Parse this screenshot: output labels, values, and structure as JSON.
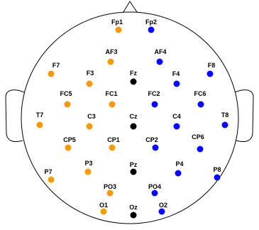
{
  "colors": {
    "left_hemisphere": "#f59a0e",
    "right_hemisphere": "#0a0aee",
    "midline": "#000000",
    "outline": "#000000",
    "background": "#ffffff"
  },
  "montage": {
    "electrodes": [
      {
        "label": "Fp1",
        "group": "left_hemisphere"
      },
      {
        "label": "Fp2",
        "group": "right_hemisphere"
      },
      {
        "label": "AF3",
        "group": "left_hemisphere"
      },
      {
        "label": "AF4",
        "group": "right_hemisphere"
      },
      {
        "label": "F7",
        "group": "left_hemisphere"
      },
      {
        "label": "F3",
        "group": "left_hemisphere"
      },
      {
        "label": "Fz",
        "group": "midline"
      },
      {
        "label": "F4",
        "group": "right_hemisphere"
      },
      {
        "label": "F8",
        "group": "right_hemisphere"
      },
      {
        "label": "FC5",
        "group": "left_hemisphere"
      },
      {
        "label": "FC1",
        "group": "left_hemisphere"
      },
      {
        "label": "FC2",
        "group": "right_hemisphere"
      },
      {
        "label": "FC6",
        "group": "right_hemisphere"
      },
      {
        "label": "T7",
        "group": "left_hemisphere"
      },
      {
        "label": "C3",
        "group": "left_hemisphere"
      },
      {
        "label": "Cz",
        "group": "midline"
      },
      {
        "label": "C4",
        "group": "right_hemisphere"
      },
      {
        "label": "T8",
        "group": "right_hemisphere"
      },
      {
        "label": "CP5",
        "group": "left_hemisphere"
      },
      {
        "label": "CP1",
        "group": "left_hemisphere"
      },
      {
        "label": "CP2",
        "group": "right_hemisphere"
      },
      {
        "label": "CP6",
        "group": "right_hemisphere"
      },
      {
        "label": "P7",
        "group": "left_hemisphere"
      },
      {
        "label": "P3",
        "group": "left_hemisphere"
      },
      {
        "label": "Pz",
        "group": "midline"
      },
      {
        "label": "P4",
        "group": "right_hemisphere"
      },
      {
        "label": "P8",
        "group": "right_hemisphere"
      },
      {
        "label": "PO3",
        "group": "left_hemisphere"
      },
      {
        "label": "PO4",
        "group": "right_hemisphere"
      },
      {
        "label": "O1",
        "group": "left_hemisphere"
      },
      {
        "label": "Oz",
        "group": "midline"
      },
      {
        "label": "O2",
        "group": "right_hemisphere"
      }
    ]
  }
}
